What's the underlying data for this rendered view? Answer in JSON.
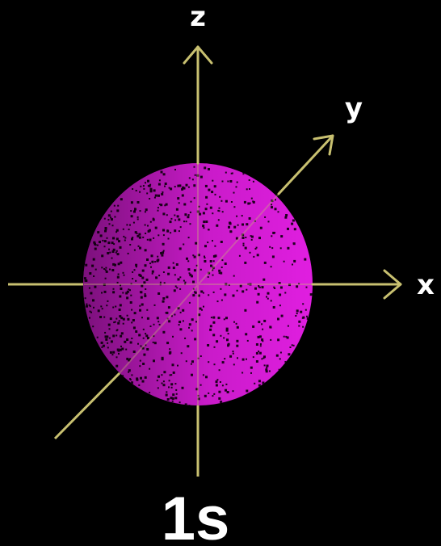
{
  "axes": {
    "x_label": "x",
    "y_label": "y",
    "z_label": "z"
  },
  "orbital": {
    "name": "1s"
  },
  "colors": {
    "background": "#000000",
    "axis": "#c8c070",
    "orbital_fill": "#e01ee0",
    "orbital_dark": "#200020",
    "text": "#ffffff"
  }
}
